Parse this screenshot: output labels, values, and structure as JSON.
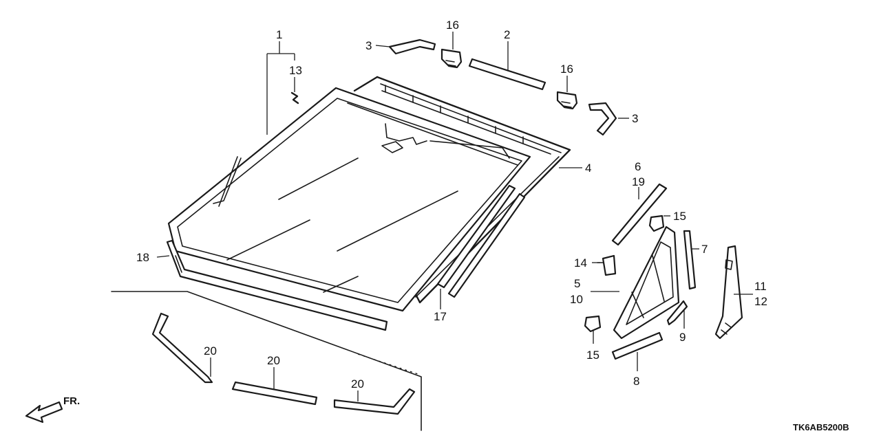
{
  "callouts": {
    "c1": "1",
    "c2": "2",
    "c3a": "3",
    "c3b": "3",
    "c4": "4",
    "c5": "5",
    "c6": "6",
    "c7": "7",
    "c8": "8",
    "c9": "9",
    "c10": "10",
    "c11": "11",
    "c12": "12",
    "c13": "13",
    "c14": "14",
    "c15a": "15",
    "c15b": "15",
    "c16a": "16",
    "c16b": "16",
    "c17": "17",
    "c18": "18",
    "c19": "19",
    "c20a": "20",
    "c20b": "20",
    "c20c": "20"
  },
  "direction_label": "FR.",
  "diagram_code": "TK6AB5200B"
}
